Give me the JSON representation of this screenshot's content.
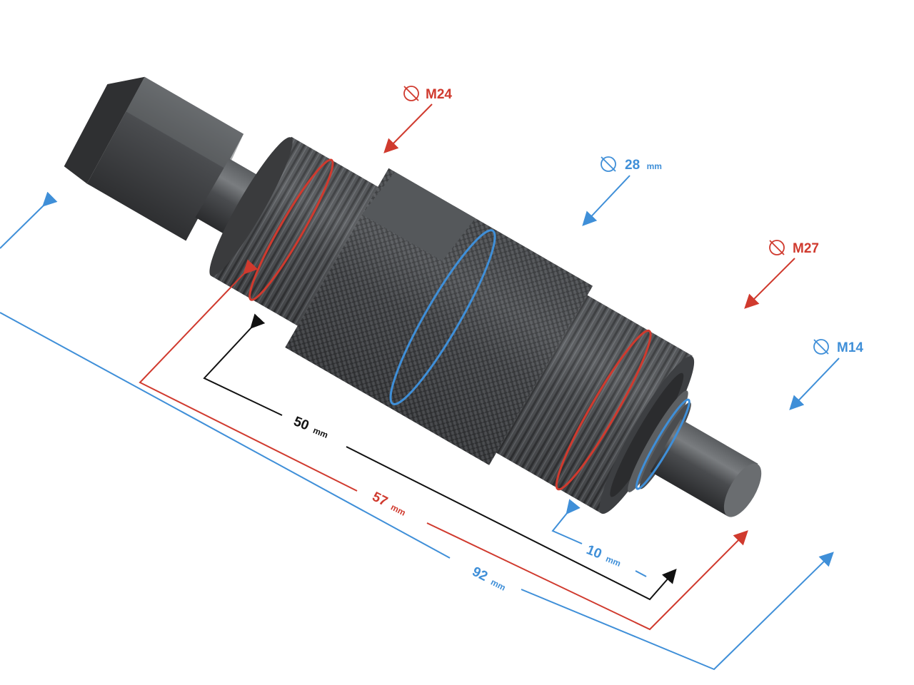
{
  "colors": {
    "red": "#d03a2e",
    "blue": "#3f8fd8",
    "black": "#111111",
    "steel_dark": "#3a3b3d",
    "steel_mid": "#55575a",
    "steel_light": "#74777a"
  },
  "icons": {
    "diameter": "diameter-icon"
  },
  "callouts": {
    "m24": {
      "value": "M24"
    },
    "d28": {
      "value": "28",
      "unit": "mm"
    },
    "m27": {
      "value": "M27"
    },
    "m14": {
      "value": "M14"
    }
  },
  "dimensions": {
    "d50": {
      "value": "50",
      "unit": "mm"
    },
    "d57": {
      "value": "57",
      "unit": "mm"
    },
    "d10": {
      "value": "10",
      "unit": "mm"
    },
    "d92": {
      "value": "92",
      "unit": "mm"
    }
  }
}
